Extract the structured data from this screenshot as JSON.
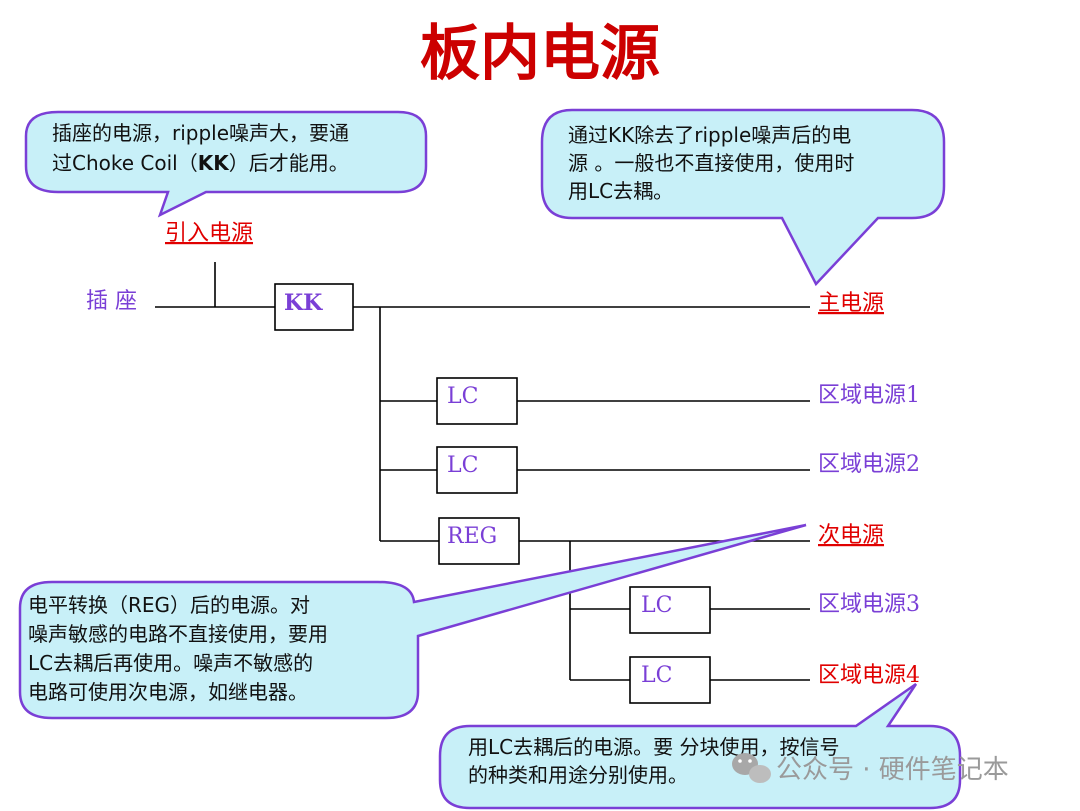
{
  "title": "板内电源",
  "callouts": {
    "socket_note": [
      "插座的电源，ripple噪声大，要通",
      "过Choke Coil（",
      "KK",
      "）后才能用。"
    ],
    "main_note": [
      "通过KK除去了ripple噪声后的电",
      "源 。一般也不直接使用，使用时",
      "用LC去耦。"
    ],
    "reg_note": [
      "电平转换（REG）后的电源。对",
      "噪声敏感的电路不直接使用，要用",
      "LC去耦后再使用。噪声不敏感的",
      "电路可使用次电源，如继电器。"
    ],
    "block_note": [
      "用LC去耦后的电源。要 分块使用，按信号",
      "的种类和用途分别使用。"
    ]
  },
  "labels": {
    "socket": "插 座",
    "input_power": "引入电源",
    "main_power": "主电源",
    "zone1": "区域电源1",
    "zone2": "区域电源2",
    "secondary_power": "次电源",
    "zone3": "区域电源3",
    "zone4": "区域电源4"
  },
  "boxes": {
    "kk": "KK",
    "lc1": "LC",
    "lc2": "LC",
    "reg": "REG",
    "lc3": "LC",
    "lc4": "LC"
  },
  "watermark": "公众号 · 硬件笔记本",
  "colors": {
    "title": "#cc0000",
    "callout_fill": "#c8f0f8",
    "callout_border": "#7a3fd6",
    "label_purple": "#7a3fd6",
    "label_red": "#e00000"
  }
}
